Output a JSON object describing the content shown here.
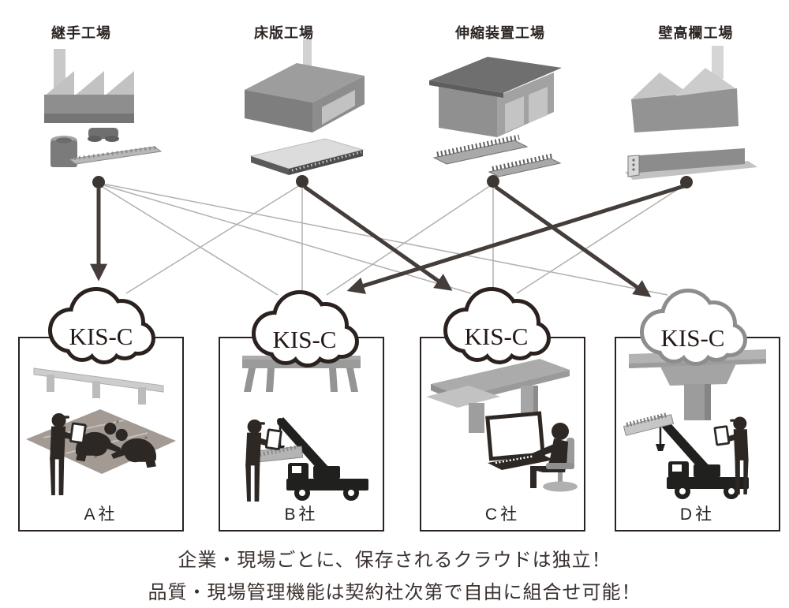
{
  "factories": [
    {
      "label": "継手工場",
      "icon": "joint-factory"
    },
    {
      "label": "床版工場",
      "icon": "deck-slab-factory"
    },
    {
      "label": "伸縮装置工場",
      "icon": "expansion-joint-factory"
    },
    {
      "label": "壁高欄工場",
      "icon": "parapet-factory"
    }
  ],
  "clouds": [
    {
      "label": "KIS-C",
      "outline": "#2b2220"
    },
    {
      "label": "KIS-C",
      "outline": "#2b2220"
    },
    {
      "label": "KIS-C",
      "outline": "#2b2220"
    },
    {
      "label": "KIS-C",
      "outline": "#8e8c8c"
    }
  ],
  "companies": [
    {
      "label": "A社",
      "scene": "workers-inspecting-slab"
    },
    {
      "label": "B社",
      "scene": "crane-lifting-girder"
    },
    {
      "label": "C社",
      "scene": "operator-at-computer"
    },
    {
      "label": "D社",
      "scene": "crane-lifting-joint-beam"
    }
  ],
  "connections": [
    {
      "from": "継手工場",
      "to": "A社",
      "style": "thick-arrow"
    },
    {
      "from": "継手工場",
      "to": "B社",
      "style": "thin"
    },
    {
      "from": "継手工場",
      "to": "C社",
      "style": "thin"
    },
    {
      "from": "継手工場",
      "to": "D社",
      "style": "thin"
    },
    {
      "from": "床版工場",
      "to": "A社",
      "style": "thin"
    },
    {
      "from": "床版工場",
      "to": "B社",
      "style": "thin"
    },
    {
      "from": "床版工場",
      "to": "C社",
      "style": "thick-arrow"
    },
    {
      "from": "伸縮装置工場",
      "to": "B社",
      "style": "thin"
    },
    {
      "from": "伸縮装置工場",
      "to": "C社",
      "style": "thin"
    },
    {
      "from": "伸縮装置工場",
      "to": "D社",
      "style": "thick-arrow"
    },
    {
      "from": "壁高欄工場",
      "to": "B社",
      "style": "thick-arrow"
    },
    {
      "from": "壁高欄工場",
      "to": "C社",
      "style": "thin"
    }
  ],
  "captions": {
    "line1": "企業・現場ごとに、保存されるクラウドは独立！",
    "line2": "品質・現場管理機能は契約社次第で自由に組合せ可能！"
  },
  "colors": {
    "thick_link": "#443d3a",
    "thin_link": "#b2b0b0",
    "cloud_outline": "#2b2220",
    "cloud4_outline": "#8e8c8c",
    "box_border": "#2a2222",
    "silhouette": "#2e2825",
    "background": "#ffffff"
  }
}
